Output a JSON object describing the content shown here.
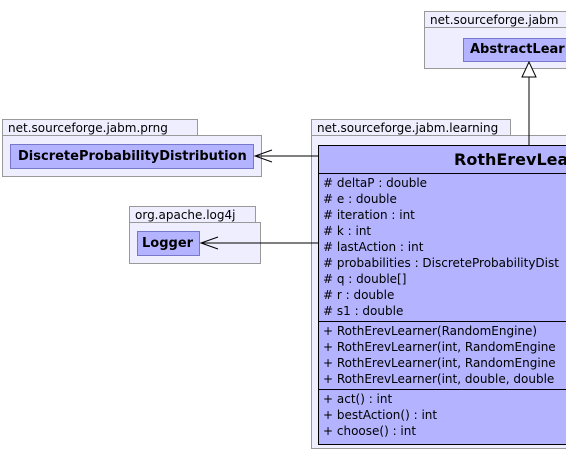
{
  "packages": {
    "prng": "net.sourceforge.jabm.prng",
    "log4j": "org.apache.log4j",
    "learning": "net.sourceforge.jabm.learning",
    "learning_top": "net.sourceforge.jabm"
  },
  "classes": {
    "discrete": "DiscreteProbabilityDistribution",
    "logger": "Logger",
    "abstract": "AbstractLear",
    "main": "RothErevLea"
  },
  "main_class": {
    "attributes": [
      "# deltaP : double",
      "# e : double",
      "# iteration : int",
      "# k : int",
      "# lastAction : int",
      "# probabilities : DiscreteProbabilityDist",
      "# q : double[]",
      "# r : double",
      "# s1 : double"
    ],
    "constructors": [
      "+ RothErevLearner(RandomEngine)",
      "+ RothErevLearner(int, RandomEngine",
      "+ RothErevLearner(int, RandomEngine",
      "+ RothErevLearner(int, double, double"
    ],
    "methods": [
      "+ act() : int",
      "+ bestAction() : int",
      "+ choose() : int"
    ]
  }
}
